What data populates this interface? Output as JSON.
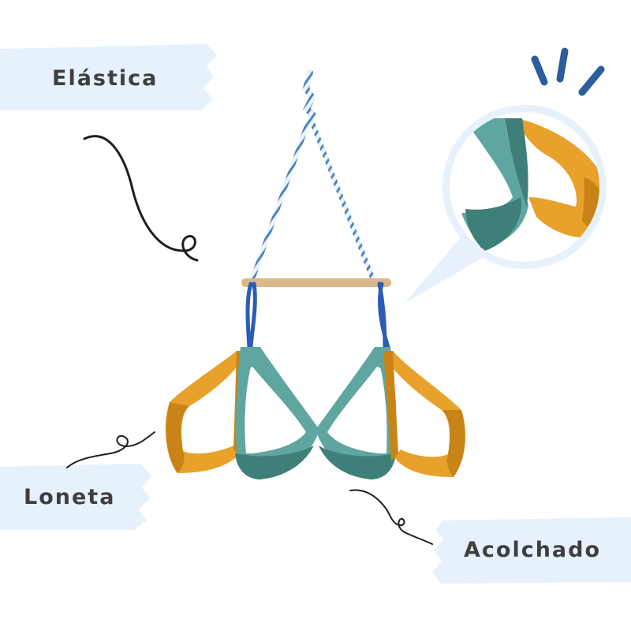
{
  "labels": {
    "elastica": "Elástica",
    "loneta": "Loneta",
    "acolchado": "Acolchado"
  },
  "colors": {
    "brush": "#e6f1fb",
    "teal": "#5fa6a0",
    "teal_dark": "#3f7f7a",
    "orange": "#e8a12a",
    "orange_dark": "#c98418",
    "rope": "#dfe7ef",
    "rope_stripe": "#4a86c5",
    "bar": "#d9b98c",
    "elastic_blue": "#2c5bb8",
    "accent_blue": "#2a5e9c",
    "line": "#1e1e1e"
  }
}
